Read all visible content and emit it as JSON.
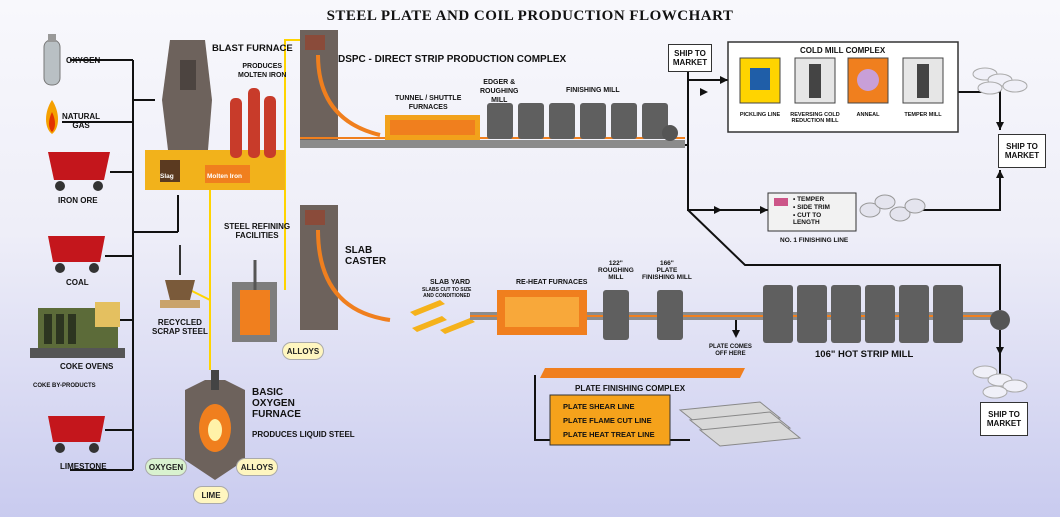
{
  "title": "STEEL PLATE AND COIL PRODUCTION FLOWCHART",
  "inputs": {
    "oxygen": "OXYGEN",
    "natural_gas": "NATURAL\nGAS",
    "iron_ore": "IRON ORE",
    "coal": "COAL",
    "coke_ovens": "COKE OVENS",
    "coke_byproducts": "COKE BY-PRODUCTS",
    "limestone": "LIMESTONE"
  },
  "blast_furnace": {
    "title": "BLAST FURNACE",
    "subtitle": "PRODUCES\nMOLTEN IRON",
    "slag": "Slag",
    "molten_iron": "Molten Iron"
  },
  "scrap": "RECYCLED\nSCRAP STEEL",
  "refining": {
    "title": "STEEL REFINING\nFACILITIES",
    "alloys": "ALLOYS"
  },
  "bof": {
    "title": "BASIC\nOXYGEN\nFURNACE",
    "subtitle": "PRODUCES LIQUID STEEL",
    "oxygen": "OXYGEN",
    "alloys": "ALLOYS",
    "lime": "LIME"
  },
  "dspc": {
    "title": "DSPC - DIRECT STRIP PRODUCTION COMPLEX",
    "tunnel": "TUNNEL / SHUTTLE\nFURNACES",
    "edger": "EDGER &\nROUGHING\nMILL",
    "finishing": "FINISHING MILL"
  },
  "slab_caster": "SLAB\nCASTER",
  "slab_yard": {
    "title": "SLAB YARD",
    "sub": "SLABS CUT TO SIZE\nAND CONDITIONED"
  },
  "reheat": "RE-HEAT FURNACES",
  "roughing_122": "122\"\nROUGHING\nMILL",
  "plate_finishing_166": "166\"\nPLATE\nFINISHING MILL",
  "plate_comes_off": "PLATE COMES\nOFF HERE",
  "hot_strip_mill": "106\" HOT STRIP MILL",
  "plate_complex": {
    "title": "PLATE FINISHING COMPLEX",
    "lines": [
      "PLATE SHEAR LINE",
      "PLATE FLAME CUT LINE",
      "PLATE HEAT TREAT LINE"
    ]
  },
  "cold_mill": {
    "title": "COLD MILL COMPLEX",
    "items": [
      "PICKLING LINE",
      "REVERSING COLD\nREDUCTION MILL",
      "ANNEAL",
      "TEMPER MILL"
    ]
  },
  "finishing_line": {
    "title": "NO. 1 FINISHING LINE",
    "items": [
      "• TEMPER",
      "• SIDE TRIM",
      "• CUT TO\n  LENGTH"
    ]
  },
  "ship": {
    "top_left": "SHIP TO\nMARKET",
    "right": "SHIP TO\nMARKET",
    "bottom": "SHIP TO\nMARKET"
  },
  "colors": {
    "hot_metal": "#f07f1e",
    "flow_line": "#111111",
    "yellow_feed": "#ffd400",
    "furnace_body": "#6d625c",
    "background_bottom": "#c9cbef"
  }
}
